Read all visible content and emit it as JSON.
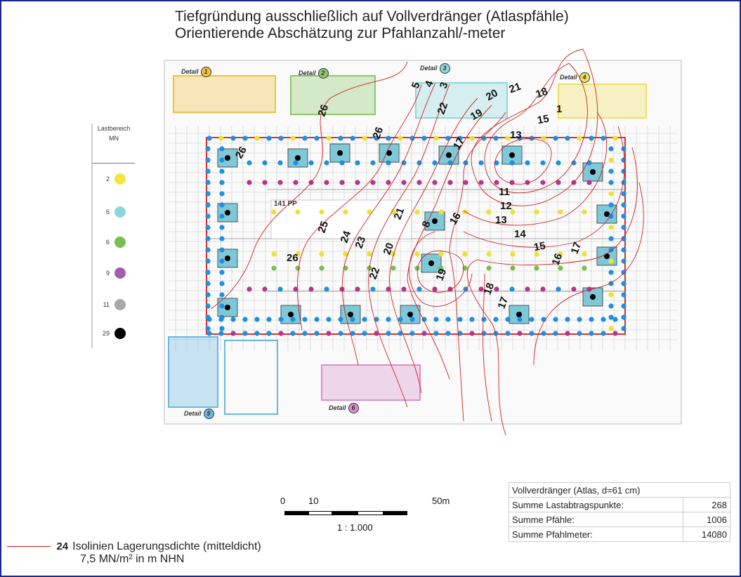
{
  "title": {
    "line1": "Tiefgründung ausschließlich auf Vollverdränger (Atlaspfähle)",
    "line2": "Orientierende Abschätzung zur Pfahlanzahl/-meter"
  },
  "legend": {
    "heading1": "Lastbereich",
    "heading2": "MN",
    "items": [
      {
        "value": "2",
        "color": "#f4e542"
      },
      {
        "value": "5",
        "color": "#8fd6dc"
      },
      {
        "value": "6",
        "color": "#77c04f"
      },
      {
        "value": "9",
        "color": "#a35cb0"
      },
      {
        "value": "11",
        "color": "#a8a8a8"
      },
      {
        "value": "29",
        "color": "#000000"
      }
    ]
  },
  "plan": {
    "details": [
      {
        "label": "Detail",
        "num": "1",
        "color": "#f0c040"
      },
      {
        "label": "Detail",
        "num": "2",
        "color": "#8cc86a"
      },
      {
        "label": "Detail",
        "num": "3",
        "color": "#8fd6dc"
      },
      {
        "label": "Detail",
        "num": "4",
        "color": "#f0e060"
      },
      {
        "label": "Detail",
        "num": "5",
        "color": "#6ab8e0"
      },
      {
        "label": "Detail",
        "num": "6",
        "color": "#d890c8"
      }
    ],
    "parking_label": "141 PP",
    "contour_labels": [
      "26",
      "5",
      "4",
      "3",
      "22",
      "20",
      "19",
      "21",
      "18",
      "1",
      "15",
      "13",
      "26",
      "26",
      "17",
      "11",
      "12",
      "13",
      "14",
      "15",
      "16",
      "17",
      "21",
      "8",
      "16",
      "25",
      "24",
      "23",
      "20",
      "26",
      "22",
      "19",
      "18",
      "17"
    ],
    "colors": {
      "contour": "#d42020",
      "pile_blue": "#1e90e0",
      "pile_magenta": "#b0368e",
      "pile_yellow": "#f0e030",
      "outline": "#d83030"
    }
  },
  "scale": {
    "t0": "0",
    "t10": "10",
    "t50": "50m",
    "ratio": "1 : 1.000"
  },
  "iso_legend": {
    "value": "24",
    "line1": "Isolinien Lagerungsdichte (mitteldicht)",
    "line2": "7,5 MN/m² in m NHN"
  },
  "summary": {
    "header": "Vollverdränger (Atlas, d=61 cm)",
    "rows": [
      {
        "label": "Summe Lastabtragspunkte:",
        "value": "268"
      },
      {
        "label": "Summe Pfähle:",
        "value": "1006"
      },
      {
        "label": "Summe Pfahlmeter:",
        "value": "14080"
      }
    ]
  }
}
